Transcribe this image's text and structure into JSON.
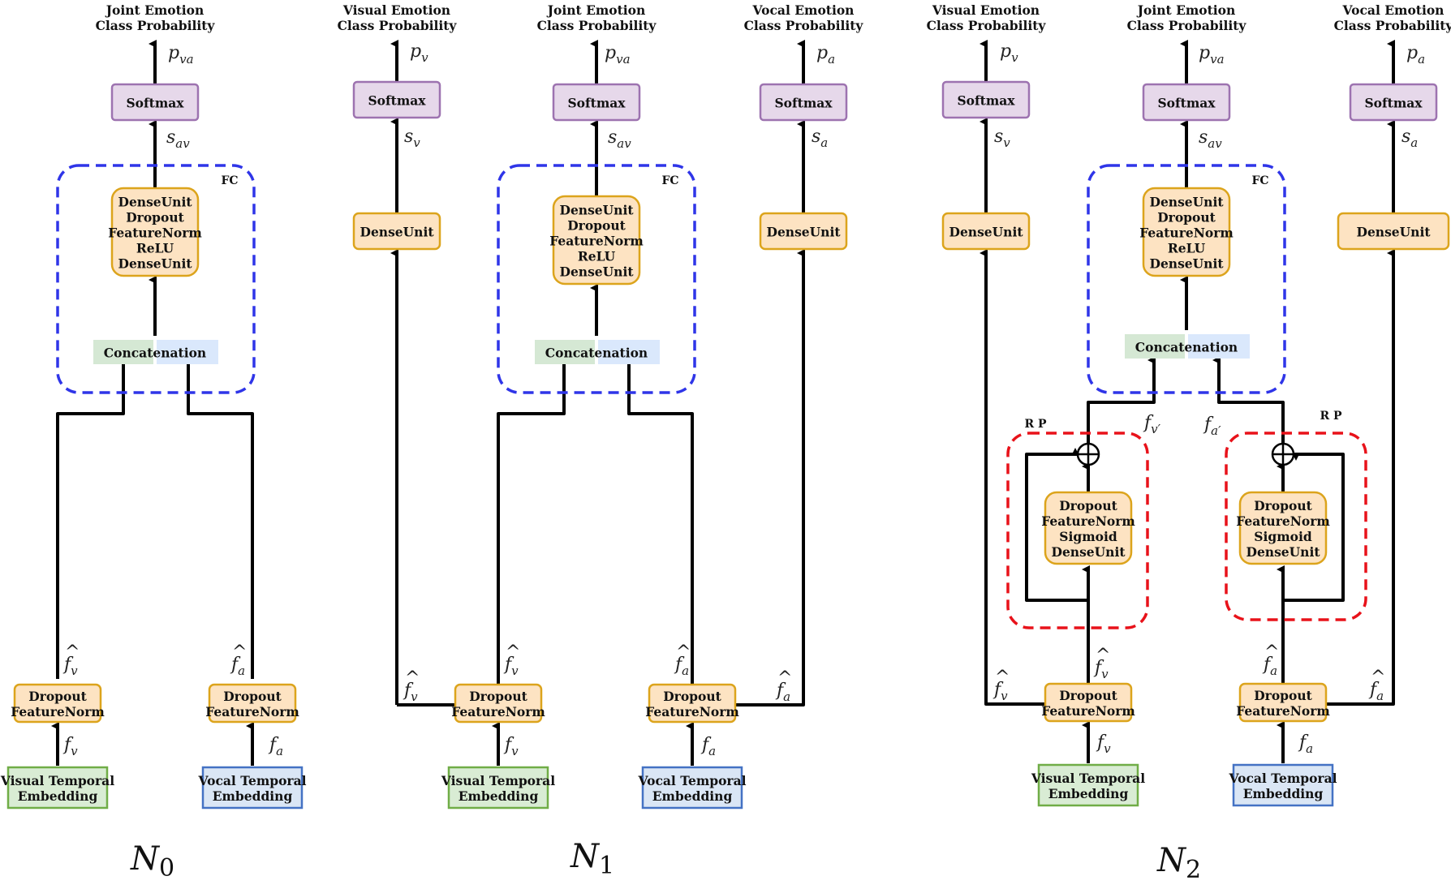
{
  "colors": {
    "softmax_fill": "#e6d8ea",
    "softmax_stroke": "#9d73b0",
    "dense_fill": "#fde3c2",
    "dense_stroke": "#dca41c",
    "visual_fill": "#d9ecd4",
    "visual_stroke": "#70ad47",
    "vocal_fill": "#dae6f5",
    "vocal_stroke": "#4472c4",
    "concat_left": "#d5e8d4",
    "concat_right": "#dae8fc",
    "fc_border": "#2f35e8",
    "rp_border": "#e8121a",
    "line": "#000000"
  },
  "labels": {
    "joint_head": [
      "Joint Emotion",
      "Class Probability"
    ],
    "visual_head": [
      "Visual Emotion",
      "Class Probability"
    ],
    "vocal_head": [
      "Vocal Emotion",
      "Class Probability"
    ],
    "softmax": "Softmax",
    "dense_unit": "DenseUnit",
    "fc_stack": [
      "DenseUnit",
      "Dropout",
      "FeatureNorm",
      "ReLU",
      "DenseUnit"
    ],
    "rp_stack": [
      "Dropout",
      "FeatureNorm",
      "Sigmoid",
      "DenseUnit"
    ],
    "dropout_norm": [
      "Dropout",
      "FeatureNorm"
    ],
    "concatenation": "Concatenation",
    "visual_embed": [
      "Visual Temporal",
      "Embedding"
    ],
    "vocal_embed": [
      "Vocal Temporal",
      "Embedding"
    ],
    "fc": "FC",
    "rp": "R P",
    "p_va": "p",
    "p_va_sub": "va",
    "p_v": "p",
    "p_v_sub": "v",
    "p_a": "p",
    "p_a_sub": "a",
    "s_av": "s",
    "s_av_sub": "av",
    "s_v": "s",
    "s_v_sub": "v",
    "s_a": "s",
    "s_a_sub": "a",
    "f_v": "f",
    "f_v_sub": "v",
    "f_a": "f",
    "f_a_sub": "a"
  },
  "networks": [
    {
      "name": "N",
      "sub": "0"
    },
    {
      "name": "N",
      "sub": "1"
    },
    {
      "name": "N",
      "sub": "2"
    }
  ]
}
